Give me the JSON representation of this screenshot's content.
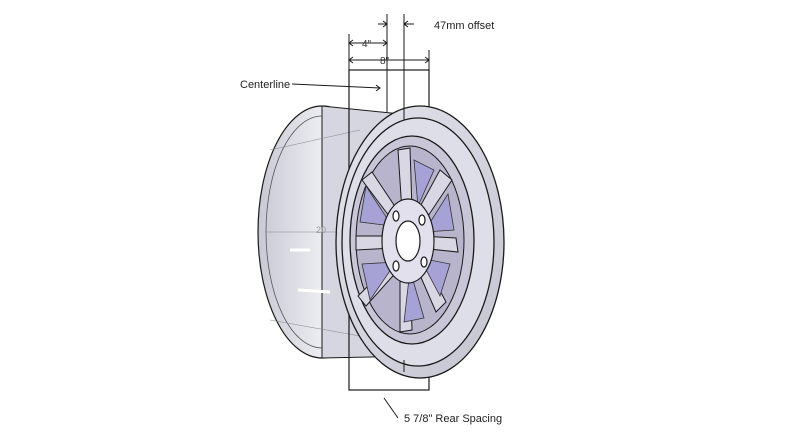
{
  "diagram": {
    "labels": {
      "offset": "47mm offset",
      "half_width": "4\"",
      "full_width": "8\"",
      "centerline": "Centerline",
      "rear_spacing": "5 7/8\" Rear Spacing",
      "diameter": "20"
    },
    "colors": {
      "background": "#ffffff",
      "line": "#1a1a1a",
      "wheel_fill": "#dcdce6",
      "barrel_fill": "#cfcfda",
      "spoke_fill": "#b8b4cc",
      "hole_fill": "#a7a2d6"
    }
  }
}
